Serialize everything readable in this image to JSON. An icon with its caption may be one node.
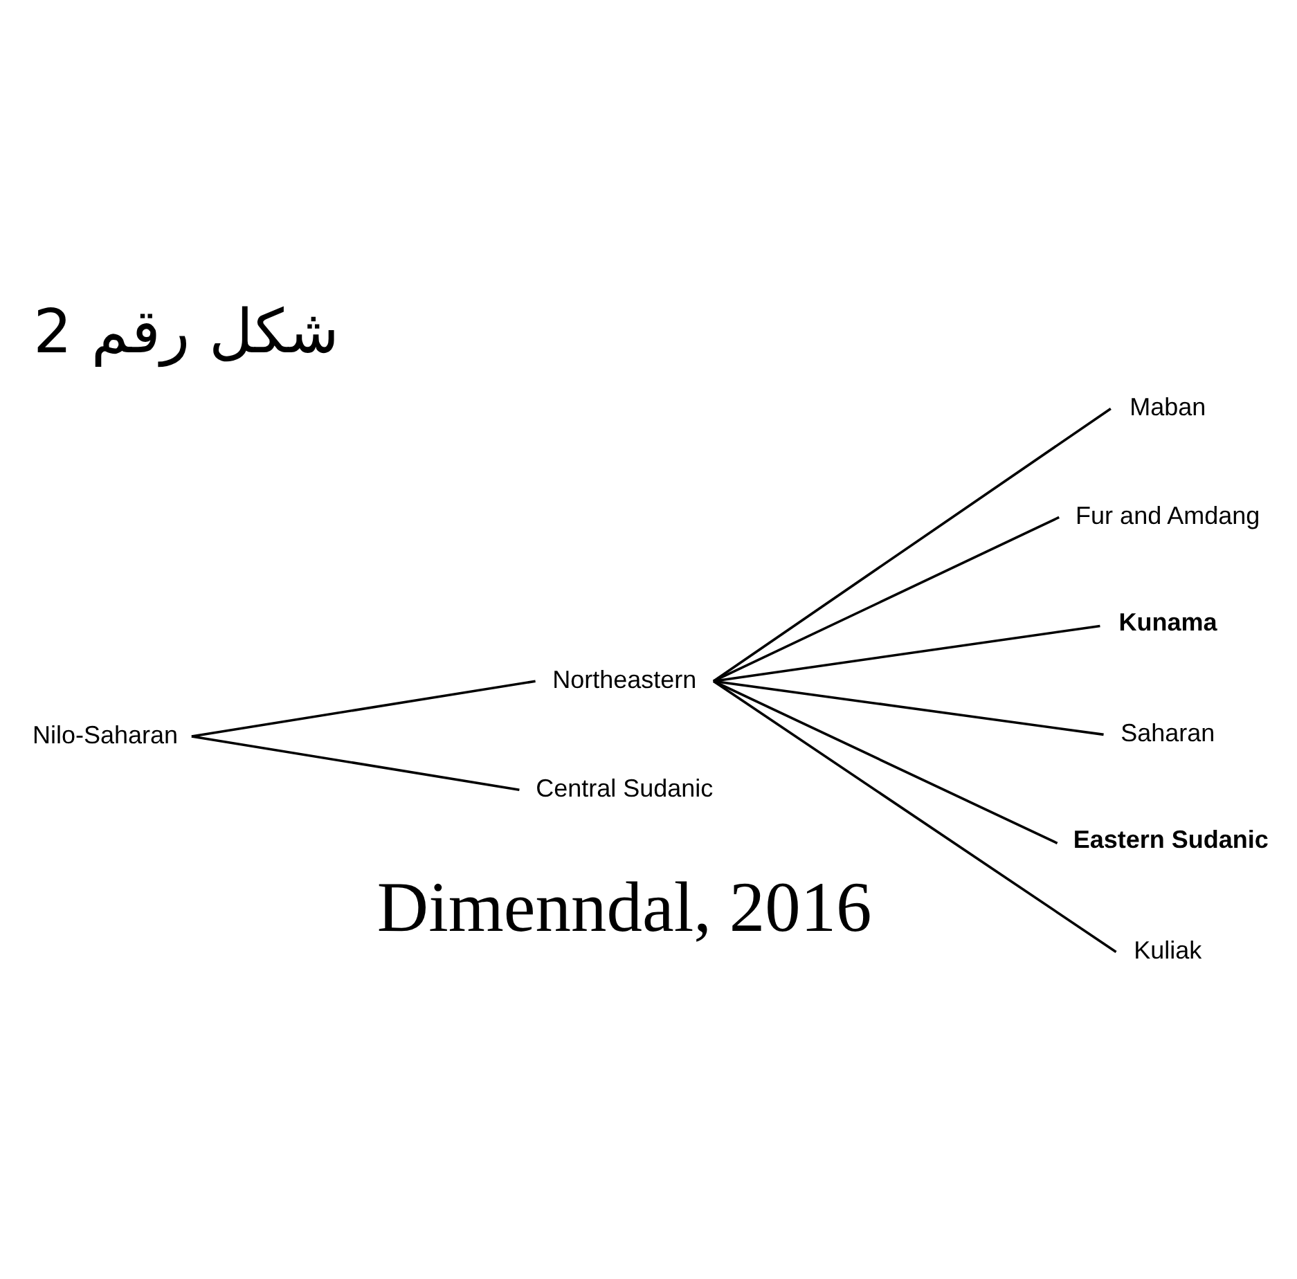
{
  "diagram": {
    "title": "شكل رقم 2",
    "caption": "Dimenndal, 2016",
    "nodes": [
      {
        "text": [
          "Nilo-Saharan"
        ]
      },
      {
        "text": [
          "Northeastern"
        ]
      },
      {
        "text": [
          "Maban"
        ]
      },
      {
        "text": [
          "Fur and Amdang"
        ]
      },
      {
        "text": [
          "Kunama"
        ]
      },
      {
        "text": [
          "Saharan"
        ]
      },
      {
        "text": [
          "Eastern Sudanic"
        ]
      },
      {
        "text": [
          "Kuliak"
        ]
      },
      {
        "text": [
          "Central Sudanic"
        ]
      }
    ],
    "edges": [
      {
        "from": 0,
        "to": 1,
        "arrow": "none"
      },
      {
        "from": 0,
        "to": 8,
        "arrow": "none"
      },
      {
        "from": 1,
        "to": 2,
        "arrow": "none"
      },
      {
        "from": 1,
        "to": 3,
        "arrow": "none"
      },
      {
        "from": 1,
        "to": 4,
        "arrow": "none"
      },
      {
        "from": 1,
        "to": 5,
        "arrow": "none"
      },
      {
        "from": 1,
        "to": 6,
        "arrow": "none"
      },
      {
        "from": 1,
        "to": 7,
        "arrow": "none"
      }
    ]
  }
}
